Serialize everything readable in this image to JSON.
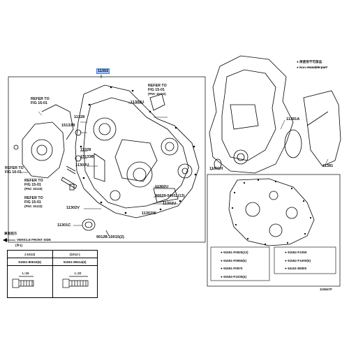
{
  "main": {
    "group_label": "11302",
    "callouts": {
      "c11328": "11328",
      "c15133_top": "15133B",
      "c15133_mid": "15133B",
      "c11328b": "11328",
      "c11302w": "11302W",
      "c11302u_top": "11302U",
      "c11302u_mid": "11302U",
      "c11302u_bot": "11302U",
      "c11302v": "11302V",
      "c11301c": "11301C",
      "c90126": "90126-10015(2)",
      "c90029": "90029-04911(13)",
      "c15132": "15133B"
    },
    "refs": [
      {
        "line1": "REFER TO",
        "line2": "FIG 16-01",
        "line3": ""
      },
      {
        "line1": "REFER TO",
        "line2": "FIG 15-01",
        "line3": "(PNC 15102)"
      },
      {
        "line1": "REFER TO",
        "line2": "FIG 16-01",
        "line3": ""
      },
      {
        "line1": "REFER TO",
        "line2": "FIG 15-01",
        "line3": "(PNC 15133)"
      },
      {
        "line1": "REFER TO",
        "line2": "FIG 15-01",
        "line3": "(PNC 15132)"
      }
    ],
    "front_side_jp": "車両前方",
    "front_side_en": "VEHICLE FRONT SIDE"
  },
  "legend": {
    "jp": "● 再使用不可部品",
    "en": "● Non-reusable part"
  },
  "right": {
    "c11381a": "11381A",
    "c11381": "11381",
    "c11301h": "11301H"
  },
  "bolts": {
    "note": "(※1)",
    "headers": [
      "(-1012)",
      "(1012-)"
    ],
    "parts": [
      "91551-80616(6)",
      "91551-80614(6)"
    ],
    "lengths": [
      "L:16",
      "L:22"
    ]
  },
  "bolt_list": {
    "left": [
      "91551-F0825(12)",
      "91551-F0855(5)",
      "91551-F0870",
      "91552-F1035(4)"
    ],
    "right": [
      "91552-F1055",
      "91552-F1000(5)",
      "94151-80800"
    ]
  },
  "footer_code": "115847F"
}
